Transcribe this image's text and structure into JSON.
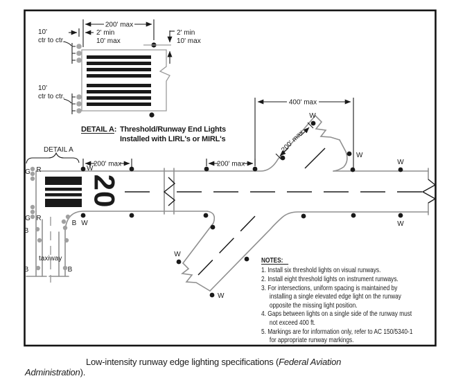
{
  "detail_a": {
    "width_dim": "200' max",
    "offset_left_line1": "2' min",
    "offset_left_line2": "10' max",
    "offset_right_line1": "2' min",
    "offset_right_line2": "10' max",
    "spacing_top_line1": "10'",
    "spacing_top_line2": "ctr to ctr.",
    "spacing_bottom_line1": "10'",
    "spacing_bottom_line2": "ctr to ctr.",
    "label": "DETAIL A:",
    "desc_line1": "Threshold/Runway End Lights",
    "desc_line2": "Installed with LIRL's or MIRL's"
  },
  "main": {
    "detail_ref": "DETAIL A",
    "runway_number": "20",
    "taxiway_label": "taxiway",
    "edge_dim_1": "200' max",
    "edge_dim_2": "200' max",
    "intersection_dim": "400' max",
    "diagonal_dim": "200' max",
    "light_labels": {
      "white": "W",
      "green": "G",
      "red": "R",
      "blue": "B"
    }
  },
  "notes": {
    "heading": "NOTES:",
    "lines": [
      "1. Install six threshold lights on visual runways.",
      "2. Install eight threshold lights on instrument runways.",
      "3. For intersections, uniform spacing is maintained by",
      "installing a single elevated edge light on the runway",
      "opposite the missing light position.",
      "4. Gaps between lights on a single side of the runway must",
      "not exceed 400 ft.",
      "5. Markings are for information only, refer to AC 150/5340-1",
      "for appropriate runway markings."
    ]
  },
  "caption": {
    "line1_roman": "Low-intensity runway edge lighting specifications (",
    "line1_italic": "Federal Aviation",
    "line2_italic": "Administration",
    "line2_roman": ")."
  },
  "colors": {
    "outline_gray": "#8f8f8f",
    "light_gray_dot": "#a6a6a6",
    "ink": "#1a1a1a",
    "background": "#ffffff"
  }
}
